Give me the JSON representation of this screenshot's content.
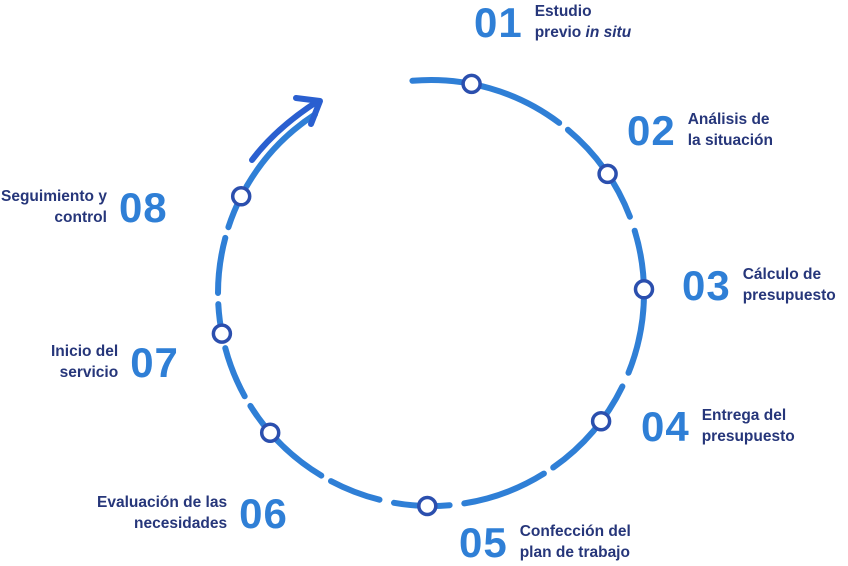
{
  "colors": {
    "ring": "#2f7fd6",
    "arrow": "#2a5fd0",
    "marker_stroke": "#2b4fae",
    "marker_fill": "#ffffff",
    "label": "#26367a",
    "number": "#2f7fd6"
  },
  "steps": [
    {
      "number": "01",
      "line1": "Estudio",
      "line2a": "previo ",
      "line2b": "in situ"
    },
    {
      "number": "02",
      "line1": "Análisis de",
      "line2": "la situación"
    },
    {
      "number": "03",
      "line1": "Cálculo de",
      "line2": "presupuesto"
    },
    {
      "number": "04",
      "line1": "Entrega del",
      "line2": "presupuesto"
    },
    {
      "number": "05",
      "line1": "Confección del",
      "line2": "plan de trabajo"
    },
    {
      "number": "06",
      "line1": "Evaluación de las",
      "line2": "necesidades"
    },
    {
      "number": "07",
      "line1": "Inicio del",
      "line2": "servicio"
    },
    {
      "number": "08",
      "line1": "Seguimiento y",
      "line2": "control"
    }
  ],
  "arrow_icon": "arrow-head-icon"
}
